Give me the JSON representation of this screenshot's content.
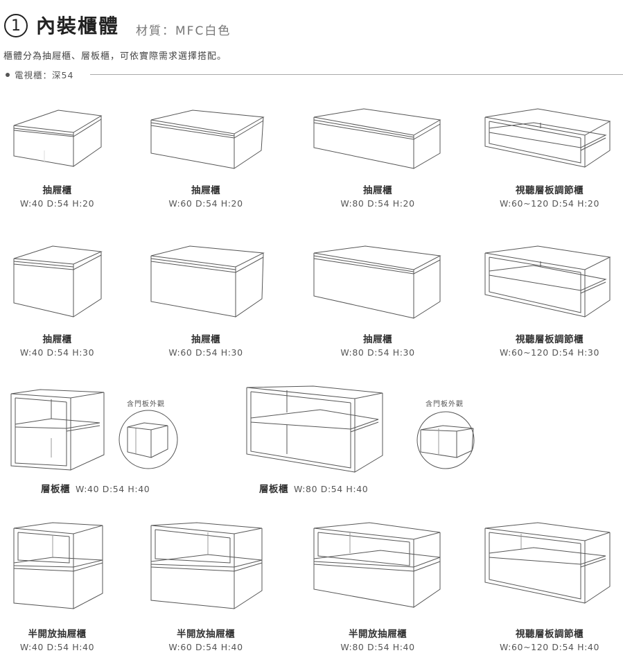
{
  "header": {
    "number": "1",
    "title": "內裝櫃體",
    "material": "材質：MFC白色",
    "description": "櫃體分為抽屜櫃、層板櫃，可依實際需求選擇搭配。",
    "tv_cabinet": "電視櫃：深54"
  },
  "rows": [
    {
      "items": [
        {
          "name": "抽屜櫃",
          "dims": "W:40  D:54  H:20"
        },
        {
          "name": "抽屜櫃",
          "dims": "W:60  D:54  H:20"
        },
        {
          "name": "抽屜櫃",
          "dims": "W:80  D:54  H:20"
        },
        {
          "name": "視聽層板調節櫃",
          "dims": "W:60~120  D:54  H:20"
        }
      ]
    },
    {
      "items": [
        {
          "name": "抽屜櫃",
          "dims": "W:40  D:54  H:30"
        },
        {
          "name": "抽屜櫃",
          "dims": "W:60  D:54  H:30"
        },
        {
          "name": "抽屜櫃",
          "dims": "W:80  D:54  H:30"
        },
        {
          "name": "視聽層板調節櫃",
          "dims": "W:60~120  D:54  H:30"
        }
      ]
    },
    {
      "items": [
        {
          "name": "層板櫃",
          "dims": "W:40  D:54  H:40",
          "door_caption": "含門板外觀"
        },
        {
          "name": "層板櫃",
          "dims": "W:80  D:54  H:40",
          "door_caption": "含門板外觀"
        }
      ]
    },
    {
      "items": [
        {
          "name": "半開放抽屜櫃",
          "dims": "W:40  D:54  H:40"
        },
        {
          "name": "半開放抽屜櫃",
          "dims": "W:60  D:54  H:40"
        },
        {
          "name": "半開放抽屜櫃",
          "dims": "W:80  D:54  H:40"
        },
        {
          "name": "視聽層板調節櫃",
          "dims": "W:60~120  D:54  H:40"
        }
      ]
    }
  ],
  "colors": {
    "line": "#555555",
    "text": "#333333",
    "rule": "#aaaaaa"
  }
}
